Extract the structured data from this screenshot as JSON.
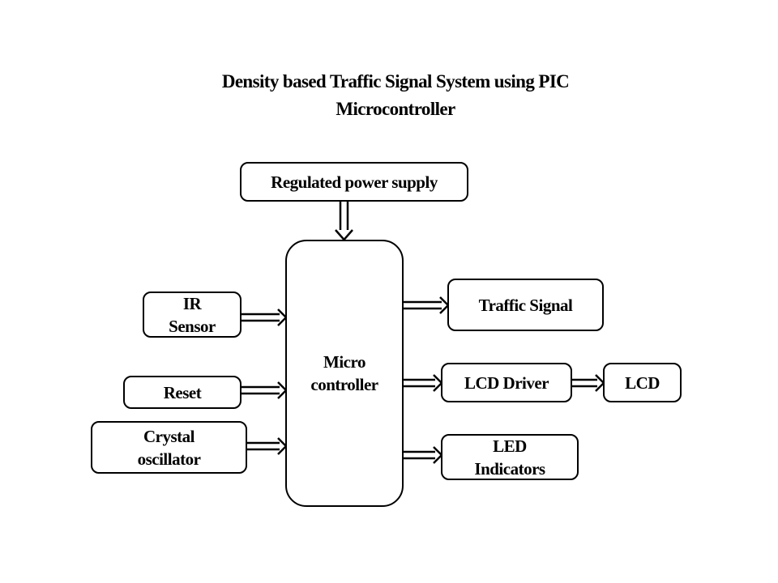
{
  "title": {
    "line1": "Density based Traffic Signal System using PIC",
    "line2": "Microcontroller"
  },
  "blocks": {
    "power_supply": "Regulated power supply",
    "ir_sensor": {
      "line1": "IR",
      "line2": "Sensor"
    },
    "reset": "Reset",
    "crystal": {
      "line1": "Crystal",
      "line2": "oscillator"
    },
    "microcontroller": {
      "line1": "Micro",
      "line2": "controller"
    },
    "traffic_signal": "Traffic Signal",
    "lcd_driver": "LCD Driver",
    "lcd": "LCD",
    "led": {
      "line1": "LED",
      "line2": "Indicators"
    }
  },
  "connections": [
    {
      "from": "Regulated power supply",
      "to": "Micro controller"
    },
    {
      "from": "IR Sensor",
      "to": "Micro controller"
    },
    {
      "from": "Reset",
      "to": "Micro controller"
    },
    {
      "from": "Crystal oscillator",
      "to": "Micro controller"
    },
    {
      "from": "Micro controller",
      "to": "Traffic Signal"
    },
    {
      "from": "Micro controller",
      "to": "LCD Driver"
    },
    {
      "from": "LCD Driver",
      "to": "LCD"
    },
    {
      "from": "Micro controller",
      "to": "LED Indicators"
    }
  ]
}
